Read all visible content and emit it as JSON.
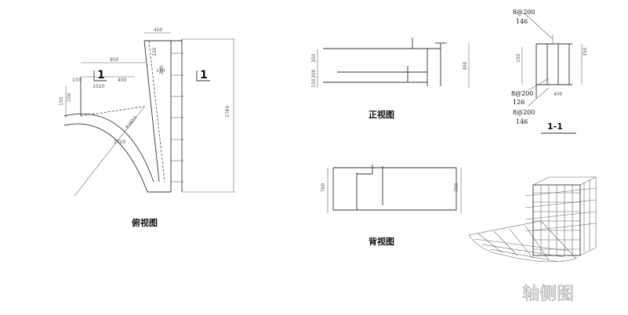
{
  "views": {
    "plan_title": "俯视图",
    "front_title": "正视图",
    "back_title": "背视图",
    "section_title": "1-1",
    "iso_title": "轴侧图"
  },
  "section_marks": {
    "left": "1",
    "right": "1"
  },
  "rebar_labels": {
    "top_spec": "8@200",
    "top_len": "146",
    "mid_spec": "8@200",
    "mid_len": "126",
    "low_spec": "8@200",
    "low_len": "146"
  },
  "plan_dims": {
    "d1": "400",
    "d2": "950",
    "d3": "150",
    "d4": "1020",
    "d5": "400",
    "d6": "320",
    "d7": "2760",
    "d8": "150",
    "d9": "280",
    "d10": "R3850",
    "d11": "1720",
    "d12": "150",
    "d13": "100"
  },
  "front_dims": {
    "h1": "350",
    "h2": "200",
    "h3": "150",
    "r1": "300"
  },
  "back_dims": {
    "h1": "700",
    "r1": "700"
  },
  "section_dims": {
    "s1": "150",
    "s2": "350",
    "s3": "400"
  }
}
